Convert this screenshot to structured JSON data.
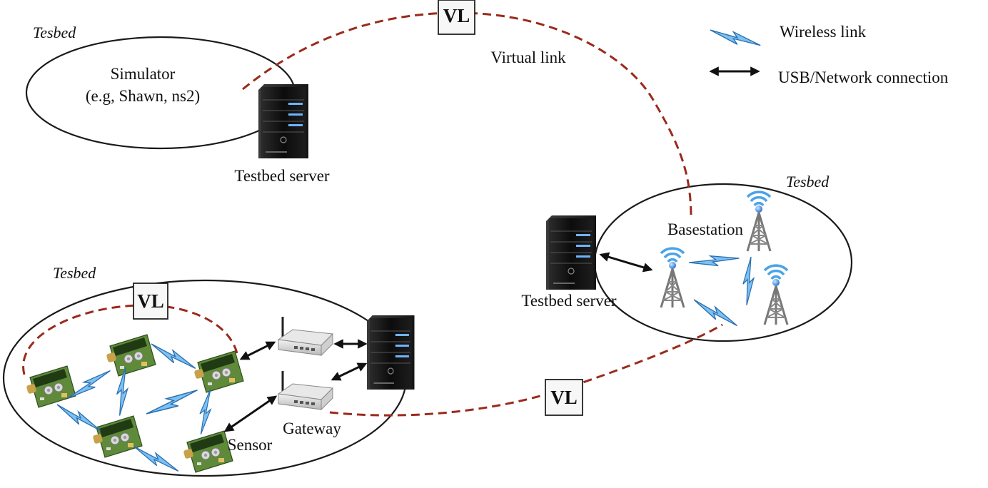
{
  "legend": {
    "wireless_label": "Wireless link",
    "usb_label": "USB/Network connection"
  },
  "labels": {
    "testbed_top": "Tesbed",
    "testbed_right": "Tesbed",
    "testbed_bottom": "Tesbed",
    "simulator_line1": "Simulator",
    "simulator_line2": "(e.g, Shawn, ns2)",
    "server_top": "Testbed server",
    "server_right": "Testbed server",
    "virtual_link": "Virtual link",
    "basestation": "Basestation",
    "gateway": "Gateway",
    "sensor": "Sensor",
    "vl_top": "VL",
    "vl_bottom_left": "VL",
    "vl_bottom_right": "VL"
  },
  "colors": {
    "virtual_link": "#9b2a1c",
    "wireless": "#5aa9e6",
    "wireless_stroke": "#2a6fb0",
    "outline": "#1a1a1a"
  },
  "icons": {
    "server": "server-tower-icon",
    "tower": "radio-tower-icon",
    "router": "gateway-router-icon",
    "sensor": "sensor-board-icon",
    "wireless": "lightning-bolt-icon",
    "connection": "double-arrow-icon"
  }
}
